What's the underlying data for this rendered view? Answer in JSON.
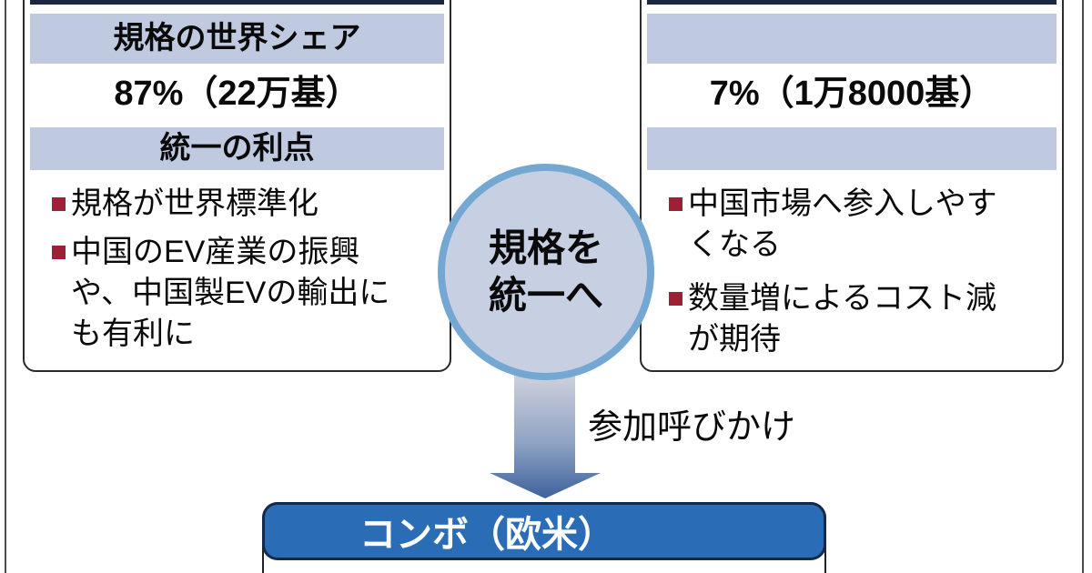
{
  "diagram": {
    "left_panel": {
      "share_header": "規格の世界シェア",
      "share_value": "87%（22万基）",
      "benefits_header": "統一の利点",
      "bullets": [
        "規格が世界標準化",
        "中国のEV産業の振興\nや、中国製EVの輸出に\nも有利に"
      ]
    },
    "right_panel": {
      "share_value": "7%（1万8000基）",
      "bullets": [
        "中国市場へ参入しやす\nくなる",
        "数量増によるコスト減\nが期待"
      ]
    },
    "center_circle": {
      "line1": "規格を",
      "line2": "統一へ"
    },
    "arrow_label": "参加呼びかけ",
    "bottom_bar": {
      "label": "コンボ（欧米）"
    }
  },
  "colors": {
    "band_blue": "#bfcae1",
    "header_strip_navy": "#1c2740",
    "circle_fill": "#c6d0e2",
    "circle_border_blue": "#75a7d3",
    "combo_bar_blue": "#2b6cb7",
    "combo_bar_outline": "#15294a",
    "bullet_marker_red": "#9c2134",
    "arrow_gradient_top": "#ced1dc",
    "arrow_gradient_bottom": "#3e629c"
  }
}
